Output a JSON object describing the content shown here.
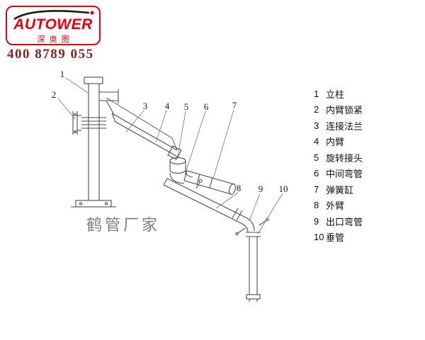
{
  "brand": {
    "name": "AUTOWER",
    "subtitle": "深奥图",
    "phone": "400 8789 055",
    "accent_color": "#e8000d",
    "phone_color": "#8b2121"
  },
  "watermark": "鹤管厂家",
  "diagram": {
    "callouts": [
      "1",
      "2",
      "3",
      "4",
      "5",
      "6",
      "7",
      "8",
      "9",
      "10"
    ]
  },
  "legend": {
    "items": [
      {
        "num": "1",
        "label": "立柱"
      },
      {
        "num": "2",
        "label": "内臂锁紧"
      },
      {
        "num": "3",
        "label": "连接法兰"
      },
      {
        "num": "4",
        "label": "内臂"
      },
      {
        "num": "5",
        "label": "旋转接头"
      },
      {
        "num": "6",
        "label": "中间弯管"
      },
      {
        "num": "7",
        "label": "弹簧缸"
      },
      {
        "num": "8",
        "label": "外臂"
      },
      {
        "num": "9",
        "label": "出口弯管"
      },
      {
        "num": "10",
        "label": "垂管"
      }
    ]
  }
}
